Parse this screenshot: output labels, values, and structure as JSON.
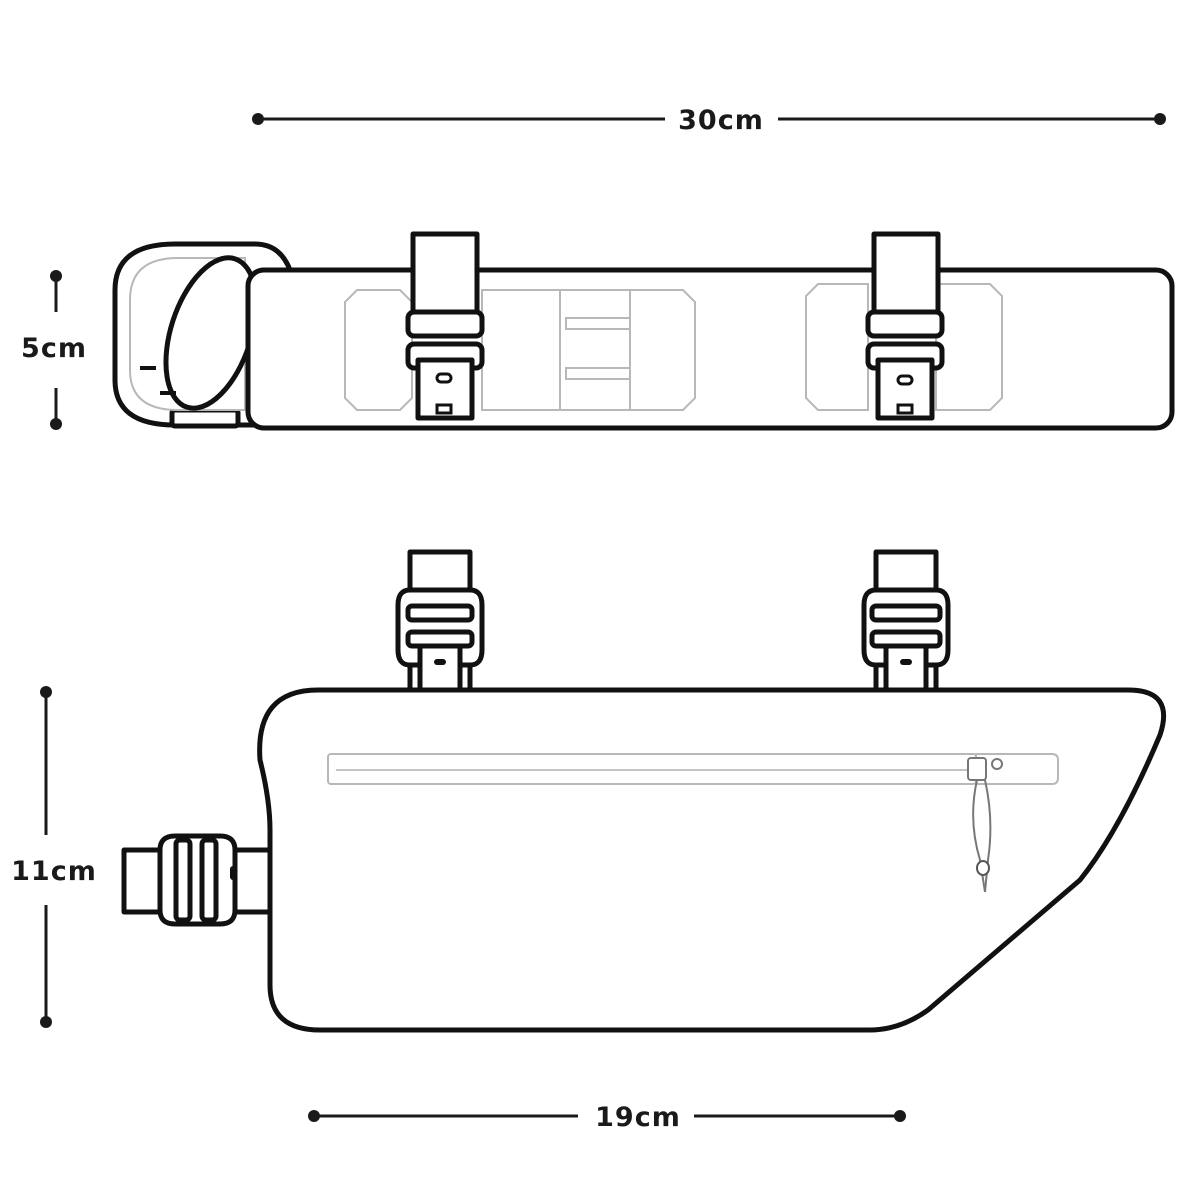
{
  "dimensions": {
    "top_length": "30cm",
    "top_height": "5cm",
    "side_height": "11cm",
    "bottom_length": "19cm"
  }
}
